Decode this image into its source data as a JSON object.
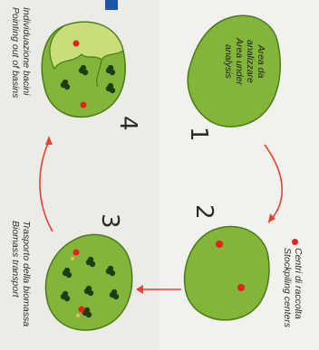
{
  "steps": [
    {
      "number": "1",
      "line1": "Area da",
      "line2": "analizzare",
      "line3": "Area under",
      "line4": "analysis"
    },
    {
      "number": "2"
    },
    {
      "number": "3",
      "caption_it": "Trasporto della biomassa",
      "caption_en": "Biomass transport"
    },
    {
      "number": "4",
      "caption_it": "Individuazione bacini",
      "caption_en": "Pointing out of basins"
    }
  ],
  "legend": {
    "line1": "Centri di raccolta",
    "line2": "Stockpiling centers"
  },
  "colors": {
    "blob_fill": "#83b53b",
    "blob_light": "#c7de7a",
    "blob_stroke": "#4c7a17",
    "tree": "#1f3d12",
    "center_dot": "#e2231a",
    "arrow": "#e64330",
    "background": "#ebebe7"
  }
}
